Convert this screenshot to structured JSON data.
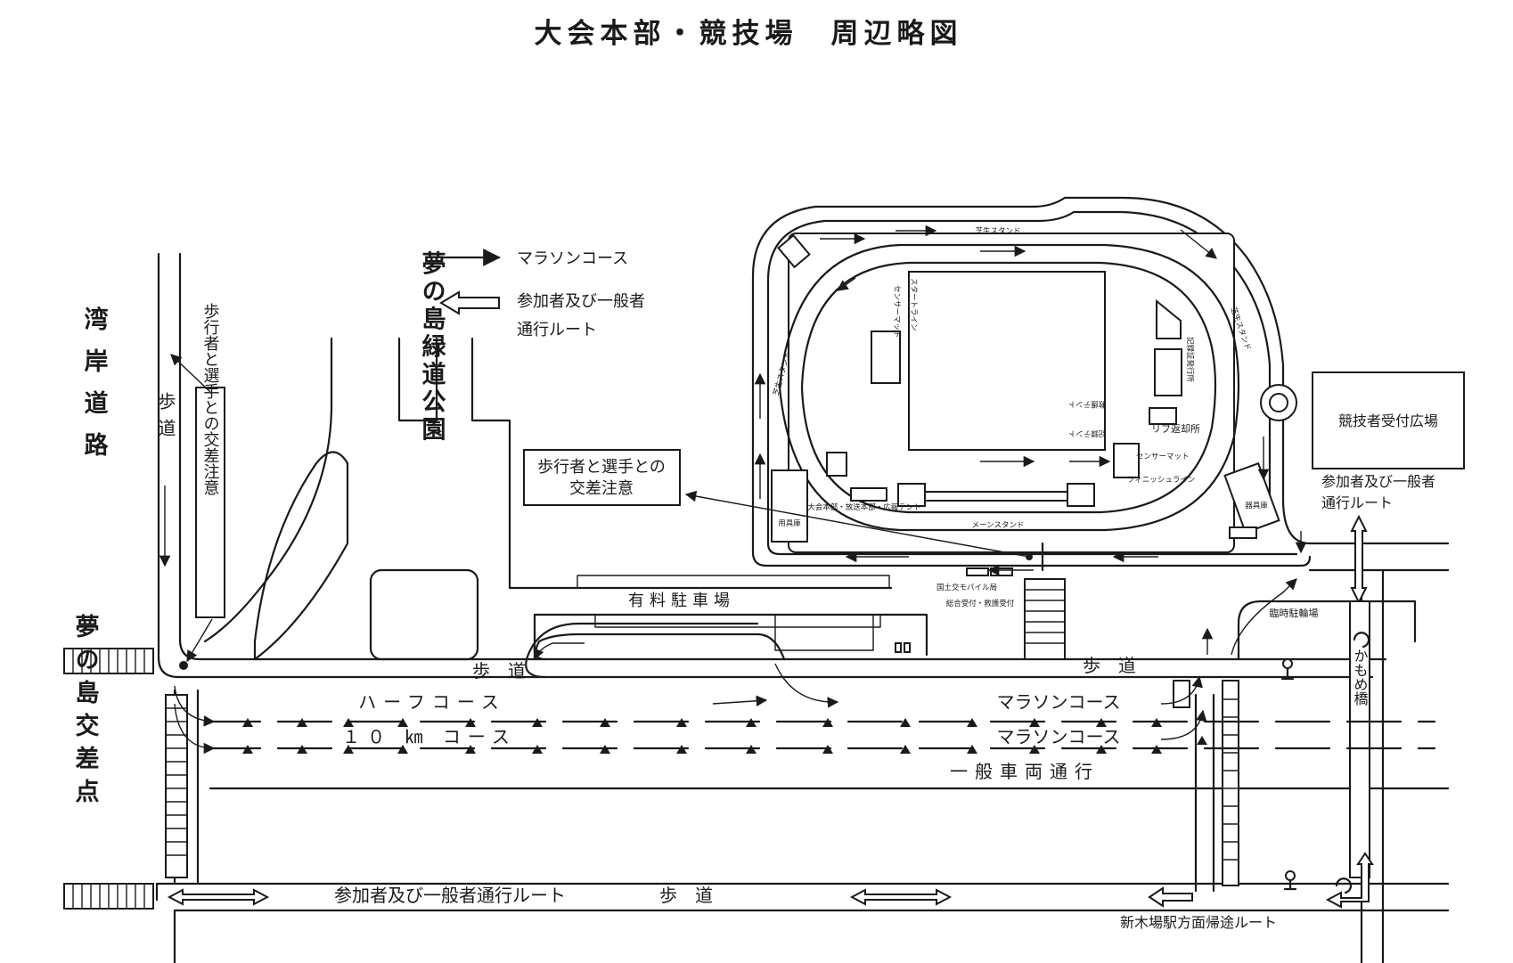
{
  "title": "大会本部・競技場　周辺略図",
  "legend": {
    "marathon_course": "マラソンコース",
    "participant_route_line1": "参加者及び一般者",
    "participant_route_line2": "通行ルート"
  },
  "roads": {
    "wangan_road": "湾岸道路",
    "yumenoshima_intersection": "夢の島交差点",
    "kamome_bridge": "かもめ橋"
  },
  "park": "夢の島緑道公園",
  "sidewalk_left": "歩道",
  "sidewalk_mid": "歩　道",
  "sidewalk_right": "歩　道",
  "sidewalk_bottom": "歩　道",
  "caution_left": "歩行者と選手との交差注意",
  "caution_center_line1": "歩行者と選手との",
  "caution_center_line2": "交差注意",
  "parking": "有料駐車場",
  "temp_parking": "臨時駐輪場",
  "reception_plaza": "競技者受付広場",
  "right_route_line1": "参加者及び一般者",
  "right_route_line2": "通行ルート",
  "half_course": "ハーフコース",
  "ten_km_course": "１０ ㎞ コース",
  "marathon_course_1": "マラソンコース",
  "marathon_course_2": "マラソンコース",
  "general_traffic": "一般車両通行",
  "bottom_route": "参加者及び一般者通行ルート",
  "return_route": "新木場駅方面帰途ルート",
  "stadium": {
    "lawn_stand_top": "芝生スタンド",
    "lawn_stand_left": "芝生スタンド",
    "lawn_stand_right": "芝生スタンド",
    "main_stand": "メーンスタンド",
    "start_line": "スタートライン",
    "sensor_mat_start": "センサーマット",
    "record_certificate": "記録証発行所",
    "tent_1": "救護テント",
    "tent_2": "記録テント",
    "chip_return": "リブ返却所",
    "sensor_mat_finish": "センサーマット",
    "finish_line": "フィニッシュライン",
    "equipment_left": "用具庫",
    "equipment_right": "器具庫",
    "hq_booth": "大会本部・放送本部・広報テント",
    "mobile_station": "国土交モバイル局",
    "general_reception": "総合受付・救護受付"
  }
}
